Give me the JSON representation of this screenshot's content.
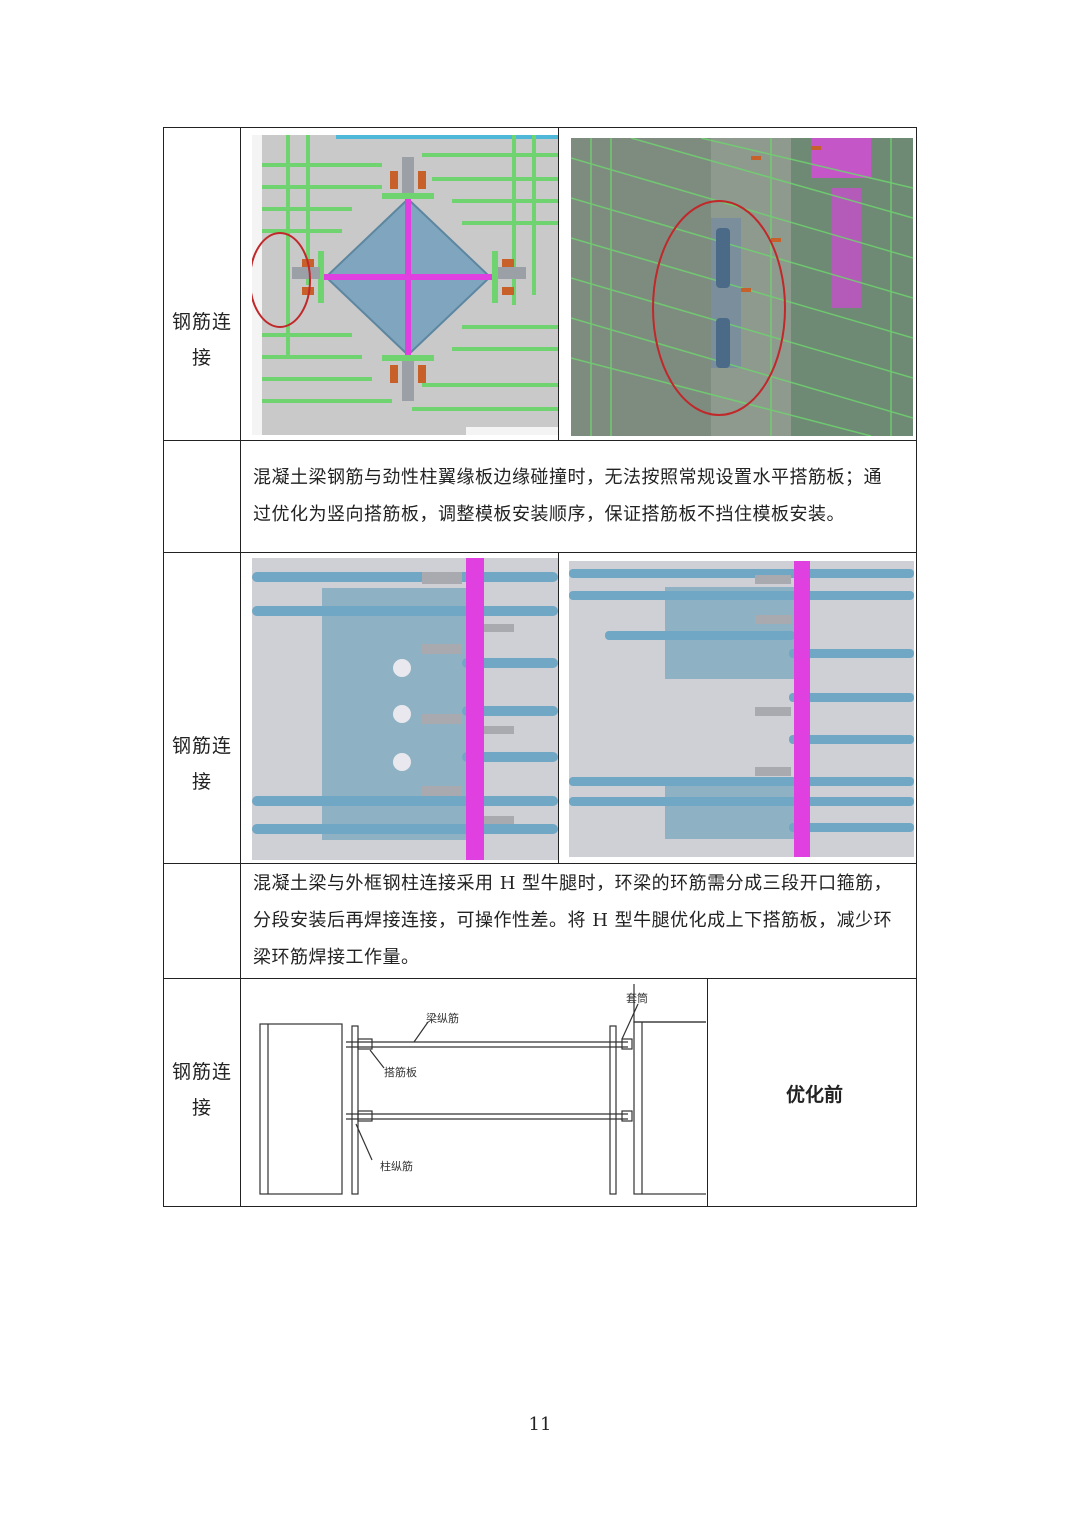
{
  "rows": [
    {
      "label_line1": "钢筋连",
      "label_line2": "接",
      "desc_lines": [
        "混凝土梁钢筋与劲性柱翼缘板边缘碰撞时，无法按照常规设置水平搭筋板；通",
        "过优化为竖向搭筋板，调整模板安装顺序，保证搭筋板不挡住模板安装。"
      ]
    },
    {
      "label_line1": "钢筋连",
      "label_line2": "接",
      "desc_lines": [
        "混凝土梁与外框钢柱连接采用 H 型牛腿时，环梁的环筋需分成三段开口箍筋，",
        "分段安装后再焊接连接，可操作性差。将 H 型牛腿优化成上下搭筋板，减少环",
        "梁环筋焊接工作量。"
      ]
    },
    {
      "label_line1": "钢筋连",
      "label_line2": "接",
      "diagram": {
        "beam_rebar": "梁纵筋",
        "sleeve": "套筒",
        "lap_plate": "搭筋板",
        "column_rebar": "柱纵筋"
      },
      "note": "优化前"
    }
  ],
  "page_number": "11",
  "colors": {
    "magenta": "#e040e0",
    "steel_blue": "#7fa6be",
    "rebar_green": "#6fd36f",
    "cyan_bar": "#5fb0cf",
    "red_circle": "#c0282a",
    "bolt_orange": "#c8602a"
  }
}
